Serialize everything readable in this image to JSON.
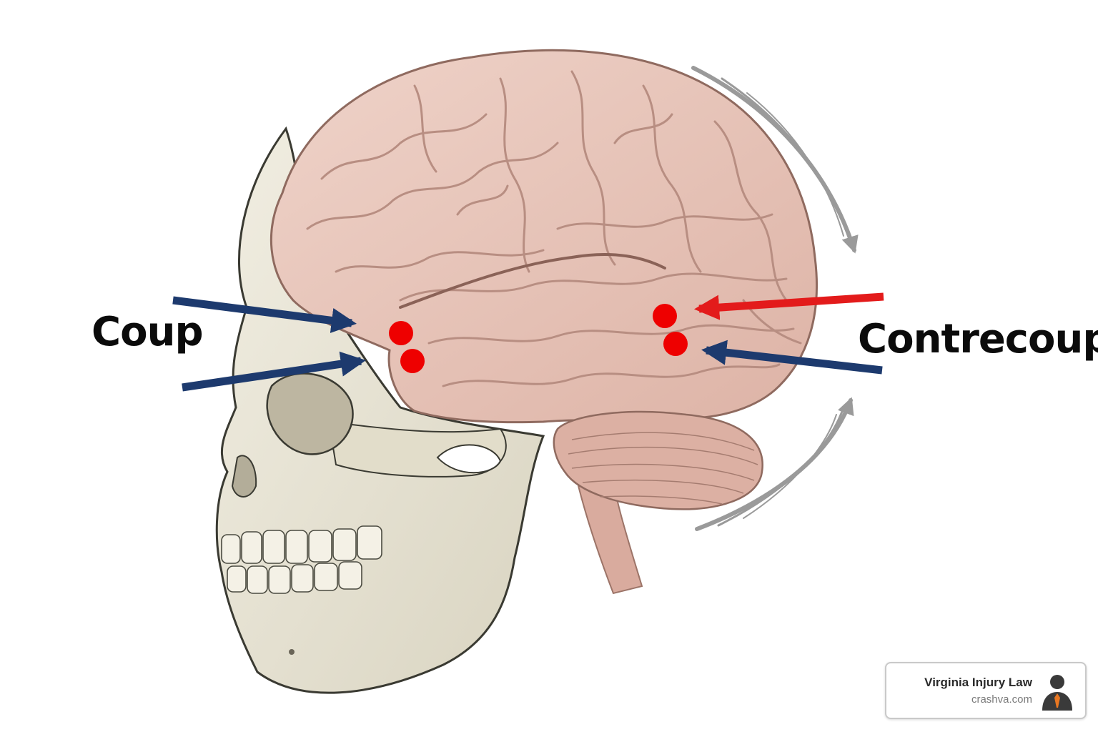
{
  "labels": {
    "coup": "Coup",
    "contrecoup": "Contrecoup"
  },
  "brand": {
    "name": "Virginia Injury Law",
    "url": "crashva.com",
    "icon": "lawyer-avatar-icon"
  },
  "colors": {
    "impact_arrow_red": "#e31b1b",
    "force_arrow_navy": "#1d3a6e",
    "injury_dot": "#ee0000",
    "brain": "#e8c4b8",
    "brain_fold": "#b88e82",
    "skull": "#e9e5d6",
    "skull_outline": "#3a3a32",
    "motion_lines": "#9a9a9a",
    "avatar_tie": "#e87722"
  },
  "icons": [
    "coup-arrow-icon",
    "contrecoup-arrow-icon",
    "injury-dot-icon",
    "motion-lines-icon"
  ]
}
